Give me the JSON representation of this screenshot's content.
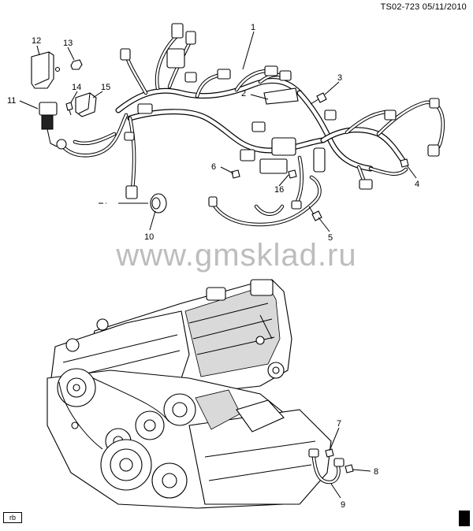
{
  "header": {
    "diagram_id": "TS02-723",
    "date": "05/11/2010"
  },
  "watermark": "www.gmsklad.ru",
  "corner_tag": "rb",
  "callouts": [
    {
      "id": "c1",
      "label": "1"
    },
    {
      "id": "c2",
      "label": "2"
    },
    {
      "id": "c3",
      "label": "3"
    },
    {
      "id": "c4",
      "label": "4"
    },
    {
      "id": "c5",
      "label": "5"
    },
    {
      "id": "c6",
      "label": "6"
    },
    {
      "id": "c7",
      "label": "7"
    },
    {
      "id": "c8",
      "label": "8"
    },
    {
      "id": "c9",
      "label": "9"
    },
    {
      "id": "c10",
      "label": "10"
    },
    {
      "id": "c11",
      "label": "11"
    },
    {
      "id": "c12",
      "label": "12"
    },
    {
      "id": "c13",
      "label": "13"
    },
    {
      "id": "c14",
      "label": "14"
    },
    {
      "id": "c15",
      "label": "15"
    },
    {
      "id": "c16",
      "label": "16"
    }
  ],
  "icons": {
    "badge": "sheet-badge-icon"
  }
}
